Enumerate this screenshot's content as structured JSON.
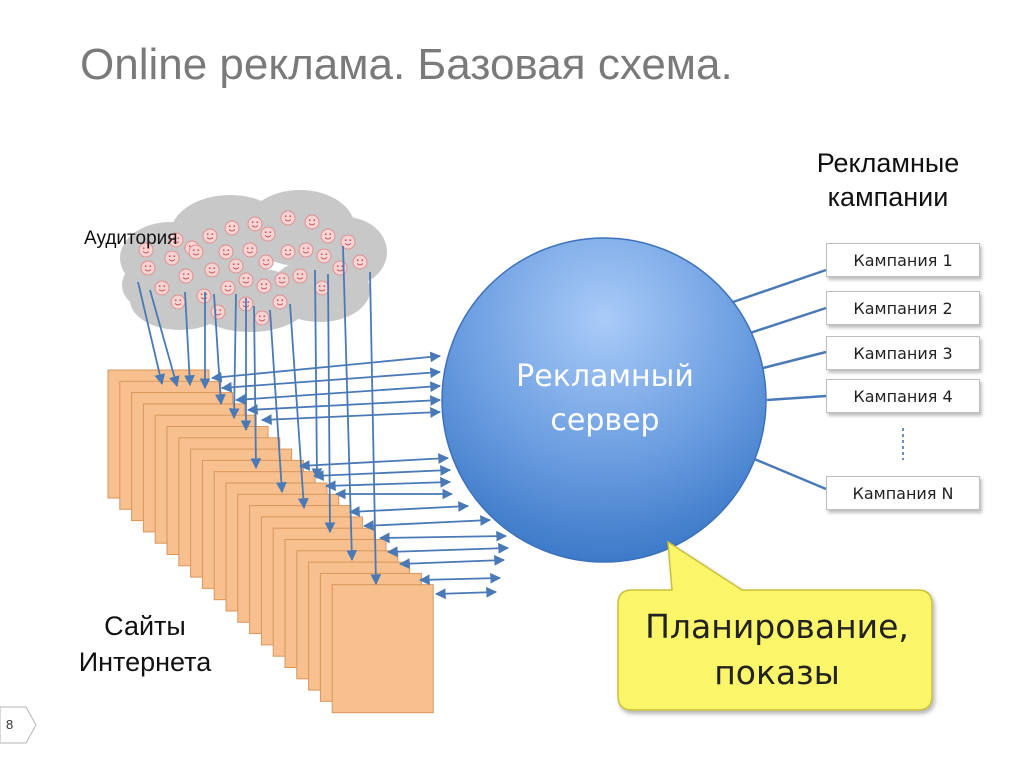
{
  "slide": {
    "title": "Online реклама. Базовая схема.",
    "page_number": "8"
  },
  "diagram": {
    "audience_label": "Аудитория",
    "sites_label_line1": "Сайты",
    "sites_label_line2": "Интернета",
    "campaigns_header_line1": "Рекламные",
    "campaigns_header_line2": "кампании",
    "server_label_line1": "Рекламный",
    "server_label_line2": "сервер",
    "callout_line1": "Планирование,",
    "callout_line2": "показы",
    "campaigns": [
      "Кампания 1",
      "Кампания 2",
      "Кампания 3",
      "Кампания 4",
      "Кампания N"
    ],
    "icons": [
      "cloud-icon",
      "smiley-face-icon",
      "web-page-icon",
      "ellipsis-icon",
      "chevron-right-icon"
    ]
  },
  "colors": {
    "server_top": "#9ec3f7",
    "server_bottom": "#3a78c8",
    "site_fill": "#f8c08e",
    "site_border": "#d9955c",
    "callout_fill": "#fbf56a",
    "arrow": "#4a7ab5",
    "title": "#7a7a7a",
    "cloud": "#c8c8c8"
  }
}
